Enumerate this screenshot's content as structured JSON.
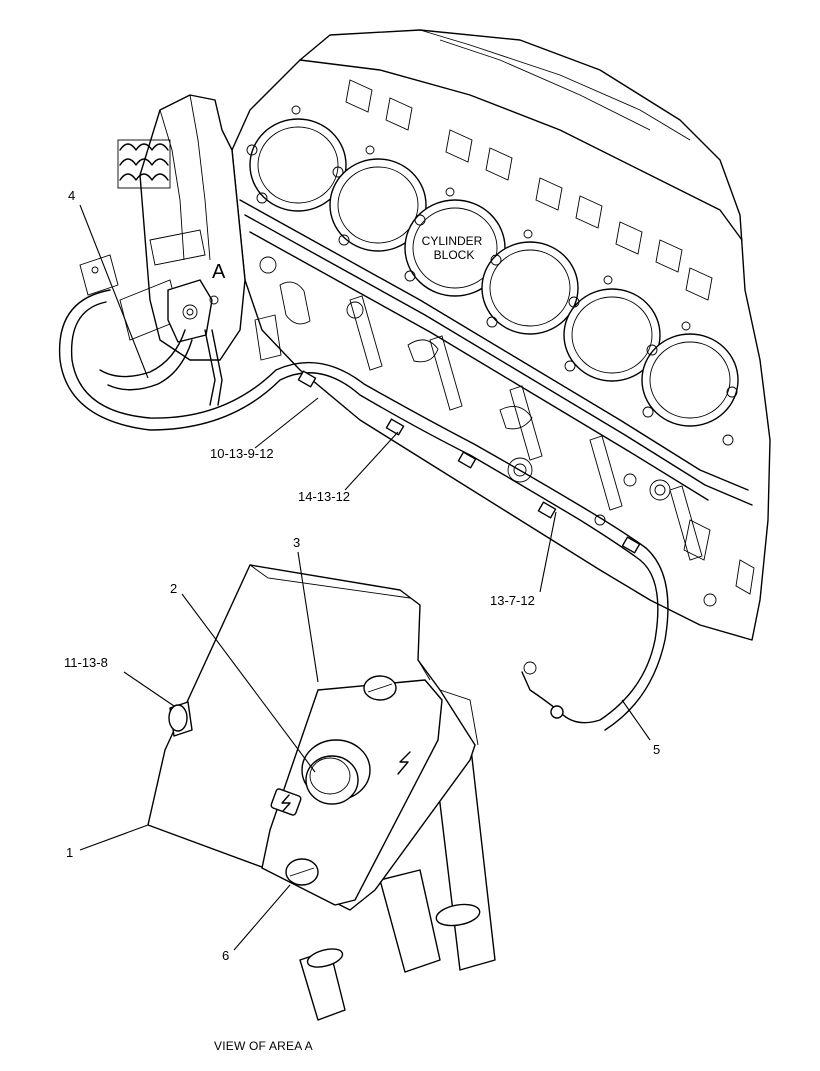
{
  "labels": {
    "cylinder_block_line1": "CYLINDER",
    "cylinder_block_line2": "BLOCK",
    "area_marker": "A",
    "view_caption": "VIEW OF AREA  A"
  },
  "callouts": {
    "c1": "1",
    "c2": "2",
    "c3": "3",
    "c4": "4",
    "c5": "5",
    "c6": "6",
    "c10_13_9_12": "10-13-9-12",
    "c14_13_12": "14-13-12",
    "c13_7_12": "13-7-12",
    "c11_13_8": "11-13-8"
  }
}
